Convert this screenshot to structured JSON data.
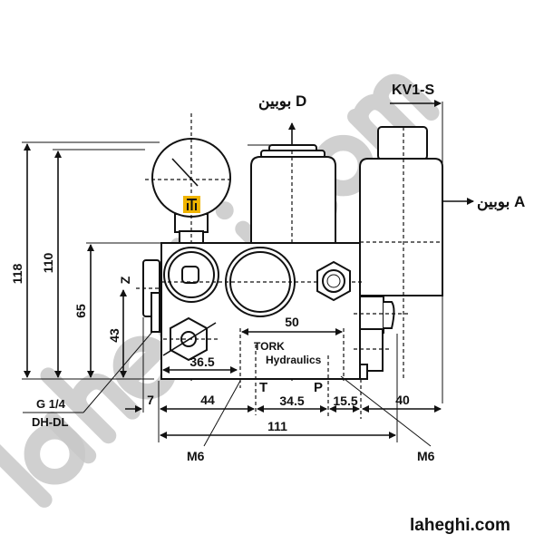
{
  "labels": {
    "model": "KV1-S",
    "coil_d": "بوبین D",
    "coil_a": "بوبین A",
    "port_z": "Z",
    "port_t": "T",
    "port_p": "P",
    "brand_line1": "TORK",
    "brand_line2": "Hydraulics",
    "thread": "G 1/4",
    "thread_note": "DH-DL",
    "m6_left": "M6",
    "m6_right": "M6",
    "website": "laheghi.com",
    "watermark": "laheghi.com"
  },
  "dimensions": {
    "h_total": "118",
    "h_gauge": "110",
    "h_block": "65",
    "h_z": "43",
    "w_50": "50",
    "w_36_5": "36.5",
    "w_7": "7",
    "w_44": "44",
    "w_34_5": "34.5",
    "w_15_5": "15.5",
    "w_40": "40",
    "w_111": "111"
  },
  "colors": {
    "logo": "#f0b400",
    "line": "#111111",
    "watermark": "#c8c8c8"
  }
}
